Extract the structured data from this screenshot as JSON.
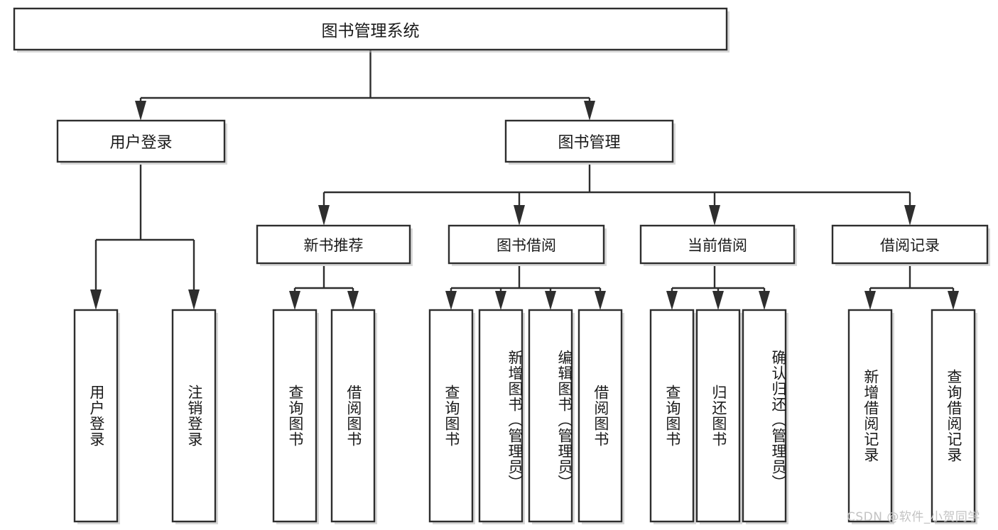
{
  "diagram": {
    "type": "tree-hierarchy",
    "title": "图书管理系统",
    "root": {
      "label": "图书管理系统",
      "children": [
        {
          "label": "用户登录",
          "children": [
            {
              "label": "用户登录"
            },
            {
              "label": "注销登录"
            }
          ]
        },
        {
          "label": "图书管理",
          "children": [
            {
              "label": "新书推荐",
              "children": [
                {
                  "label": "查询图书"
                },
                {
                  "label": "借阅图书"
                }
              ]
            },
            {
              "label": "图书借阅",
              "children": [
                {
                  "label": "查询图书"
                },
                {
                  "label": "新增图书（管理员）"
                },
                {
                  "label": "编辑图书（管理员）"
                },
                {
                  "label": "借阅图书"
                }
              ]
            },
            {
              "label": "当前借阅",
              "children": [
                {
                  "label": "查询图书"
                },
                {
                  "label": "归还图书"
                },
                {
                  "label": "确认归还（管理员）"
                }
              ]
            },
            {
              "label": "借阅记录",
              "children": [
                {
                  "label": "新增借阅记录"
                },
                {
                  "label": "查询借阅记录"
                }
              ]
            }
          ]
        }
      ]
    },
    "nodes": {
      "root": "图书管理系统",
      "l1": [
        "用户登录",
        "图书管理"
      ],
      "l2": [
        "新书推荐",
        "图书借阅",
        "当前借阅",
        "借阅记录"
      ],
      "leaves_user": [
        "用户登录",
        "注销登录"
      ],
      "leaves_newbook": [
        "查询图书",
        "借阅图书"
      ],
      "leaves_borrow": [
        "查询图书",
        "新增图书（管理员）",
        "编辑图书（管理员）",
        "借阅图书"
      ],
      "leaves_current": [
        "查询图书",
        "归还图书",
        "确认归还（管理员）"
      ],
      "leaves_record": [
        "新增借阅记录",
        "查询借阅记录"
      ]
    },
    "colors": {
      "box_fill": "#ffffff",
      "box_stroke": "#2e2e2e",
      "text": "#1a1a1a",
      "background": "#ffffff",
      "watermark": "#c3c3c3"
    }
  },
  "watermark": {
    "text": "CSDN @软件_小贺同学"
  }
}
